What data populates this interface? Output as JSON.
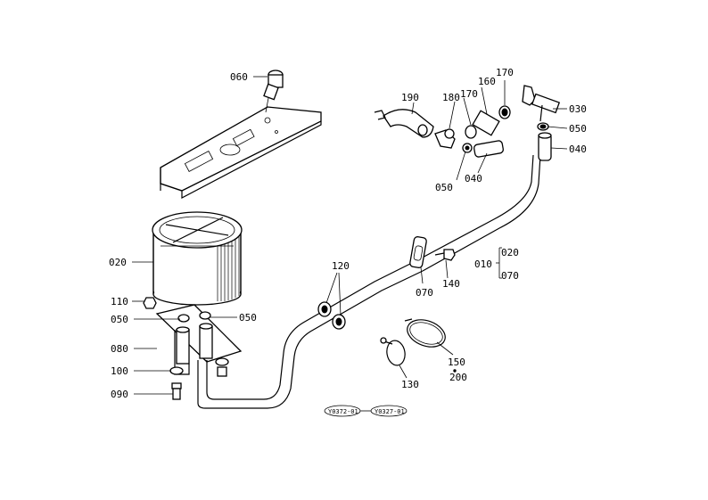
{
  "callouts": {
    "c060": "060",
    "c190": "190",
    "c180": "180",
    "c160": "160",
    "c170a": "170",
    "c170b": "170",
    "c030": "030",
    "c050a": "050",
    "c040a": "040",
    "c050b": "050",
    "c040b": "040",
    "c020": "020",
    "c110": "110",
    "c050c": "050",
    "c050d": "050",
    "c080": "080",
    "c100": "100",
    "c090": "090",
    "c120": "120",
    "c070": "070",
    "c140": "140",
    "c010": "010",
    "c020b": "020",
    "c070b": "070",
    "c150": "150",
    "c200": "200",
    "c130": "130"
  },
  "reference_tags": {
    "left": "Y0372-01",
    "right": "Y0327-01"
  }
}
